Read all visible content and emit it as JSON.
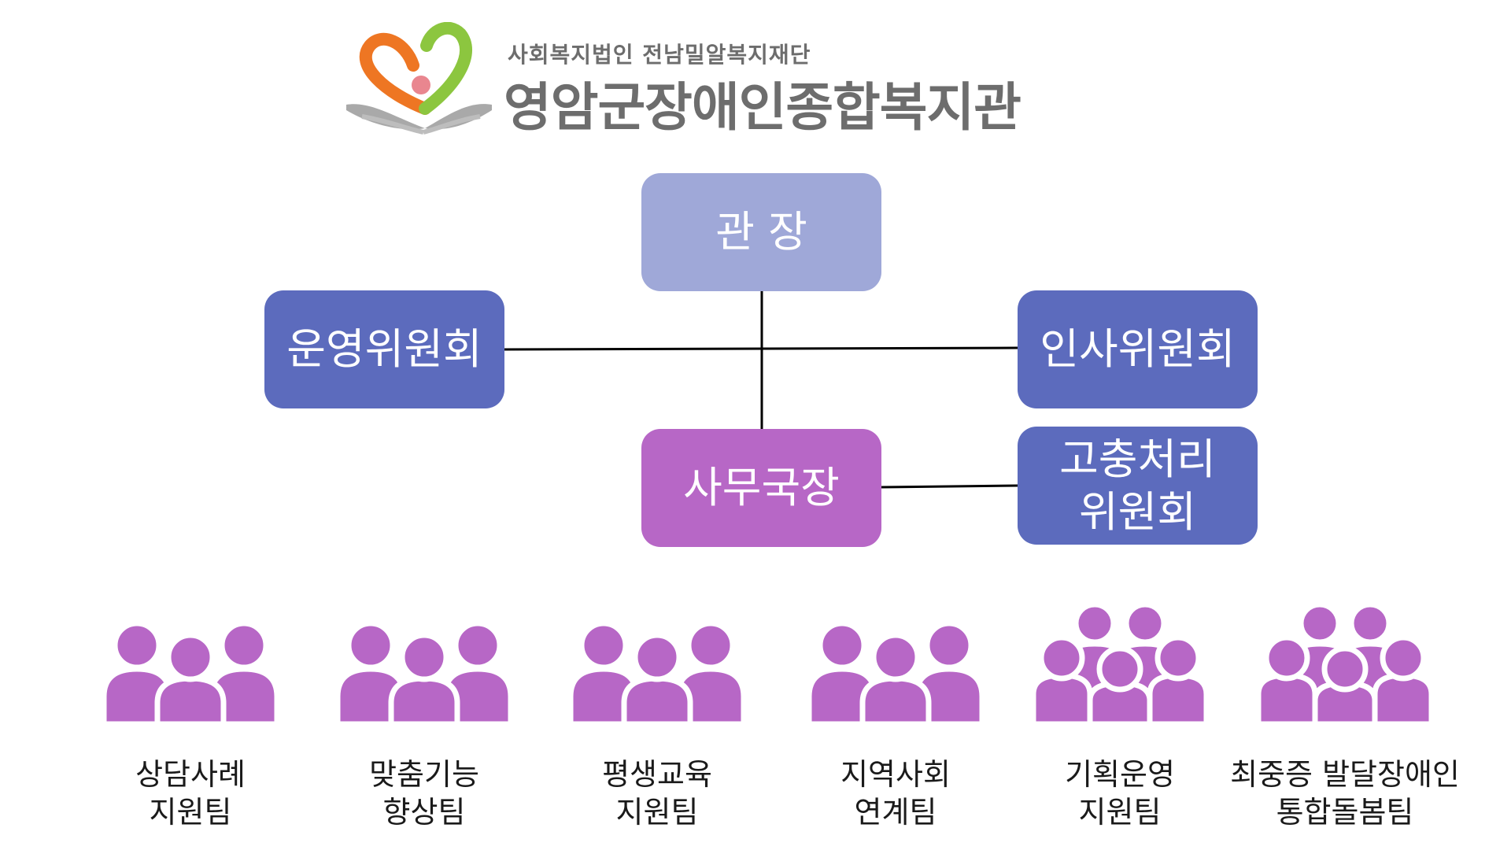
{
  "header": {
    "org_sub": "사회복지법인 전남밀알복지재단",
    "org_name": "영암군장애인종합복지관"
  },
  "chart": {
    "director": "관 장",
    "left_committee": "운영위원회",
    "right_committee": "인사위원회",
    "secretary": "사무국장",
    "grievance": {
      "line1": "고충처리",
      "line2": "위원회"
    }
  },
  "teams": [
    {
      "line1": "상담사례",
      "line2": "지원팀",
      "icon": "group-3-icon"
    },
    {
      "line1": "맞춤기능",
      "line2": "향상팀",
      "icon": "group-3-icon"
    },
    {
      "line1": "평생교육",
      "line2": "지원팀",
      "icon": "group-3-icon"
    },
    {
      "line1": "지역사회",
      "line2": "연계팀",
      "icon": "group-3-icon"
    },
    {
      "line1": "기획운영",
      "line2": "지원팀",
      "icon": "group-5-icon"
    },
    {
      "line1": "최중증 발달장애인",
      "line2": "통합돌봄팀",
      "icon": "group-5-icon"
    }
  ],
  "colors": {
    "director": "#9fa8d8",
    "committee": "#5c6bbd",
    "secretary": "#b767c6",
    "team_icon": "#b767c6",
    "logo_orange": "#ee7623",
    "logo_green": "#8cc63f",
    "logo_gray": "#9a9a9a",
    "title_gray": "#6d6d6d"
  }
}
